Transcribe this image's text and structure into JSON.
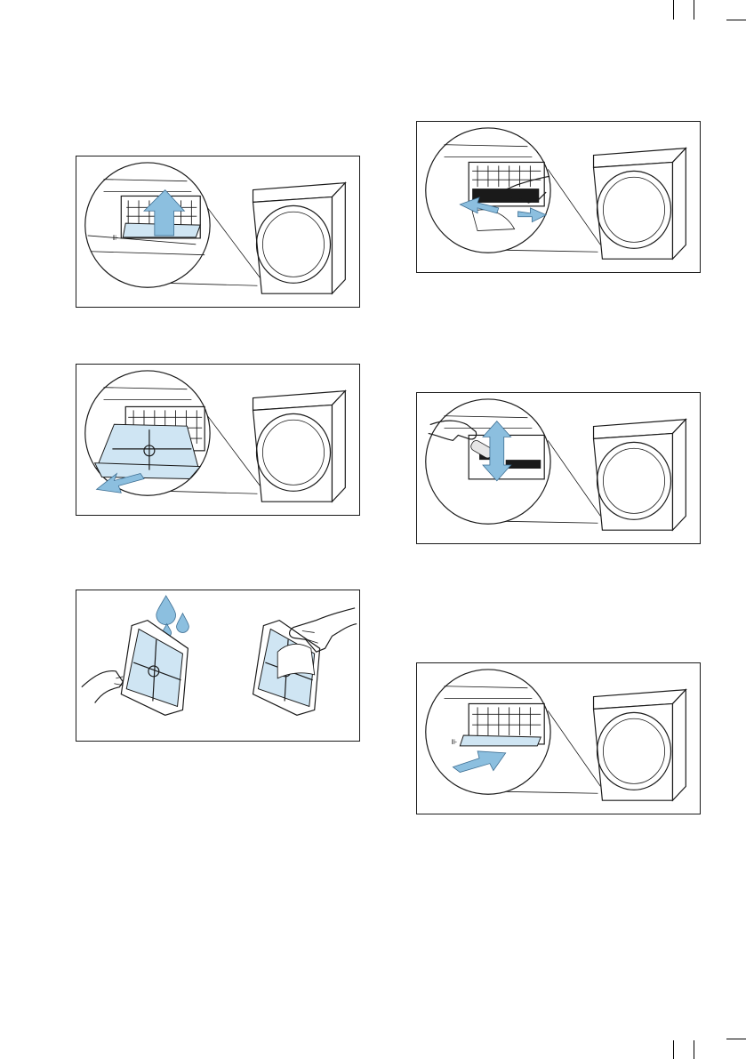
{
  "colors": {
    "accent": "#8cbfdf",
    "accent_light": "#cfe5f3",
    "line": "#1a1a1a"
  },
  "steps": [
    {
      "id": "lift-cover",
      "icons": [
        "arrow-up-icon"
      ]
    },
    {
      "id": "pull-out-filter",
      "icons": [
        "arrow-out-icon"
      ]
    },
    {
      "id": "rinse-and-wipe-filter",
      "icons": [
        "water-drop-icon",
        "hand-icon",
        "cloth-icon"
      ]
    },
    {
      "id": "wipe-opening",
      "icons": [
        "arrow-left-icon",
        "arrow-right-icon",
        "hand-icon"
      ]
    },
    {
      "id": "clean-with-brush",
      "icons": [
        "arrow-up-down-icon",
        "hand-icon"
      ]
    },
    {
      "id": "insert-filter",
      "icons": [
        "arrow-in-icon"
      ]
    }
  ]
}
